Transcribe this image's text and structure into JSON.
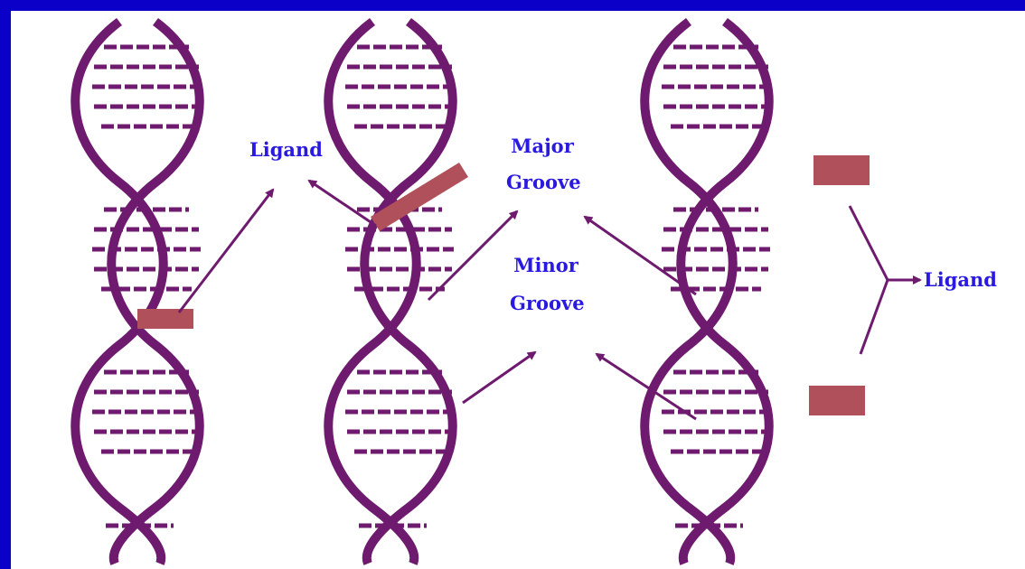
{
  "colors": {
    "frame": "#0a00c8",
    "background": "#ffffff",
    "dna": "#6e1a6e",
    "arrow": "#6e1a6e",
    "label": "#2a1ae0",
    "ligand_block": "#b0505a"
  },
  "labels": {
    "ligand_left": "Ligand",
    "major_groove": [
      "Major",
      "Groove"
    ],
    "minor_groove": [
      "Minor",
      "Groove"
    ],
    "ligand_right": "Ligand"
  },
  "helices": [
    {
      "name": "helix-left",
      "ligand": "intercalated block"
    },
    {
      "name": "helix-middle",
      "ligand": "groove-bound bar"
    },
    {
      "name": "helix-right",
      "ligand": "two blocks"
    }
  ]
}
